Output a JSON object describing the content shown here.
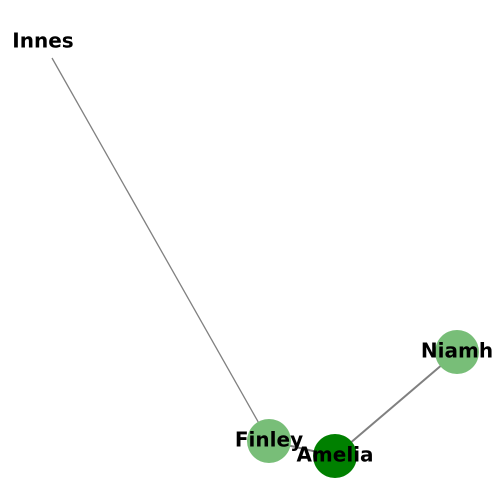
{
  "graph": {
    "colors": {
      "edge": "#808080",
      "node_light": "#78be78",
      "node_dark": "#008000",
      "label": "#000000"
    },
    "nodes": [
      {
        "id": "innes",
        "label": "Innes",
        "shade": "none"
      },
      {
        "id": "finley",
        "label": "Finley",
        "shade": "light"
      },
      {
        "id": "amelia",
        "label": "Amelia",
        "shade": "dark"
      },
      {
        "id": "niamh",
        "label": "Niamh",
        "shade": "light"
      }
    ],
    "edges": [
      {
        "source": "innes",
        "target": "finley"
      },
      {
        "source": "finley",
        "target": "amelia"
      },
      {
        "source": "amelia",
        "target": "niamh"
      }
    ]
  }
}
